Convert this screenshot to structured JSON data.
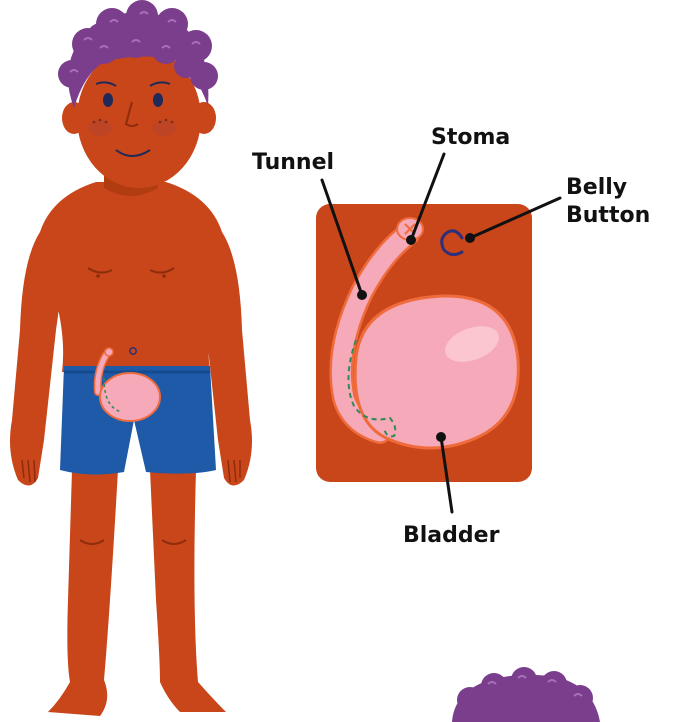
{
  "labels": {
    "stoma": "Stoma",
    "tunnel": "Tunnel",
    "belly_button_line1": "Belly",
    "belly_button_line2": "Button",
    "bladder": "Bladder"
  },
  "colors": {
    "skin": "#C8461A",
    "skin_dark": "#A5330F",
    "hair": "#7A3E8C",
    "hair_light": "#9A5CAB",
    "shorts": "#1E5AA8",
    "bladder": "#F6A9B8",
    "bladder_outline": "#EF6B3B",
    "catheter_dashes": "#2E8B57",
    "belly_button": "#2D2F7A",
    "inset_panel": "#C8461A"
  }
}
